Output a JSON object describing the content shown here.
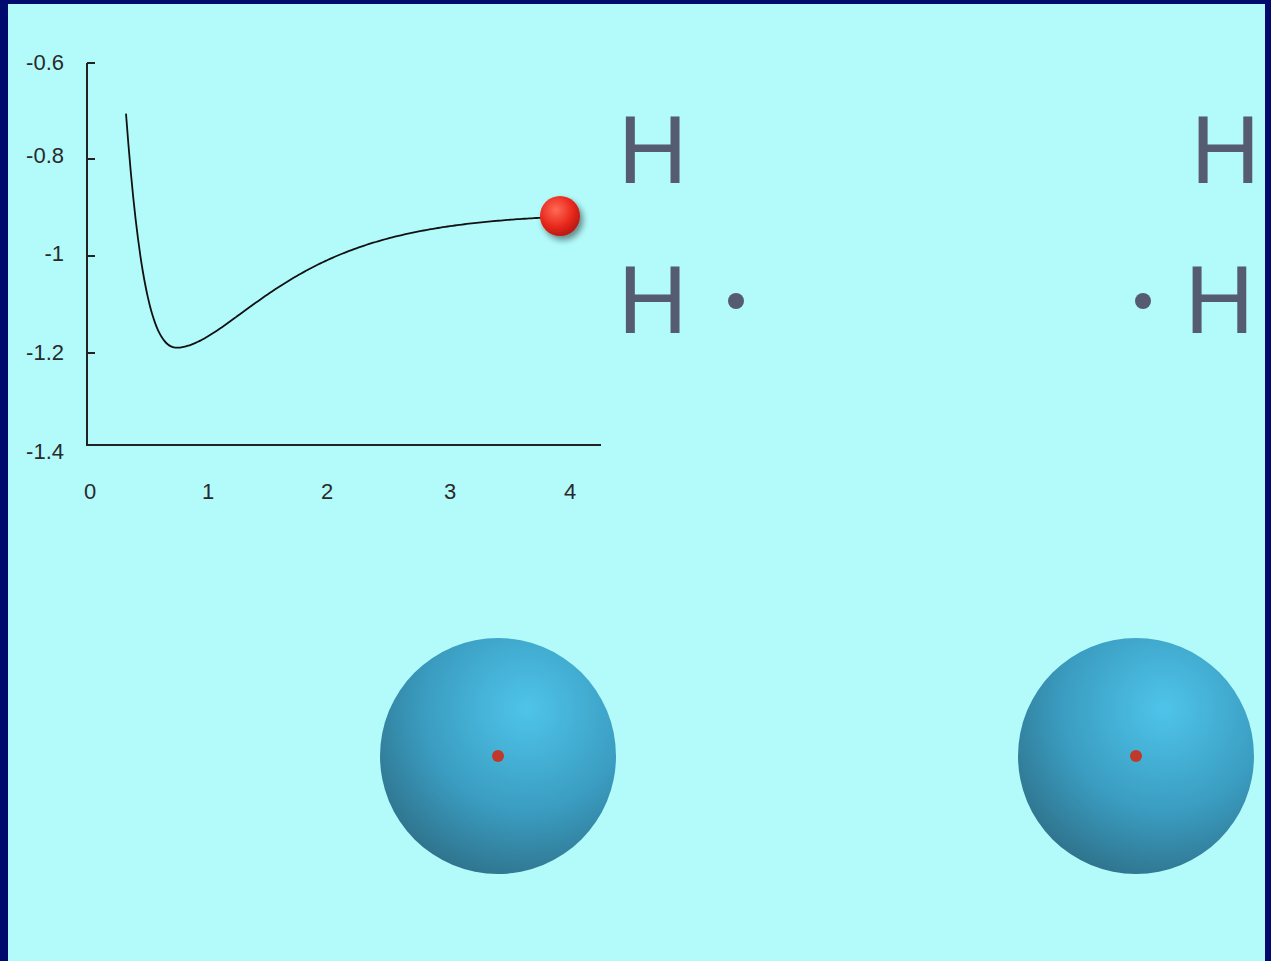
{
  "diagram": {
    "labels": [
      "-0.6",
      "-0.8",
      "-1",
      "-1.2",
      "-1.4",
      "0",
      "1",
      "2",
      "3",
      "4",
      "H",
      "H",
      "H",
      "H"
    ]
  }
}
